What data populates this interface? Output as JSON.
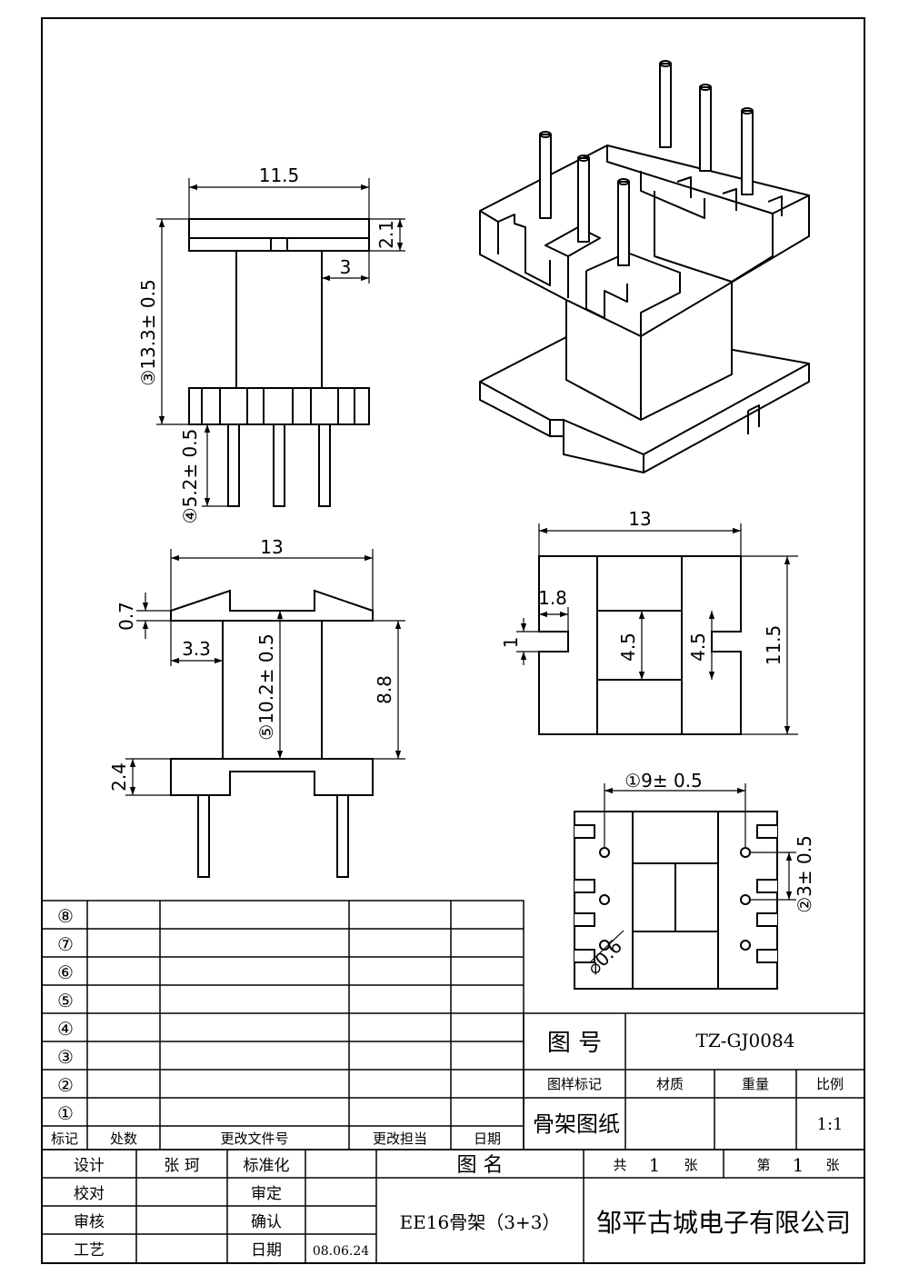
{
  "dimensions": {
    "front_width": "11.5",
    "top_flange_height": "2.1",
    "top_overhang": "3",
    "overall_height": "③13.3± 0.5",
    "pin_length": "④5.2± 0.5",
    "side_width": "13",
    "side_step": "0.7",
    "side_overhang": "3.3",
    "side_height": "⑤10.2± 0.5",
    "window_height": "8.8",
    "bottom_flange_height": "2.4",
    "top_view_width": "13",
    "top_view_height": "11.5",
    "slot_width": "1.8",
    "slot_height": "1",
    "center_leg_a": "4.5",
    "center_leg_b": "4.5",
    "pin_row_spacing": "①9± 0.5",
    "pin_pitch": "②3± 0.5",
    "pin_diameter": "⌀0.6"
  },
  "revision_table": {
    "rows": [
      "⑧",
      "⑦",
      "⑥",
      "⑤",
      "④",
      "③",
      "②",
      "①"
    ],
    "headers": [
      "标记",
      "处数",
      "更改文件号",
      "更改担当",
      "日期"
    ]
  },
  "title_block": {
    "drawing_no_label": "图 号",
    "drawing_no": "TZ-GJ0084",
    "headers": [
      "图样标记",
      "材质",
      "重量",
      "比例"
    ],
    "drawing_type": "骨架图纸",
    "scale": "1:1",
    "drawing_name_label": "图 名",
    "total_label": "共",
    "total_value": "1",
    "total_unit": "张",
    "sheet_label": "第",
    "sheet_value": "1",
    "sheet_unit": "张",
    "design_label": "设计",
    "designer": "张 珂",
    "standard_label": "标准化",
    "check_label": "校对",
    "approve_label": "审定",
    "review_label": "审核",
    "confirm_label": "确认",
    "process_label": "工艺",
    "date_label": "日期",
    "date_value": "08.06.24",
    "part_name": "EE16骨架（3+3）",
    "company": "邹平古城电子有限公司"
  }
}
